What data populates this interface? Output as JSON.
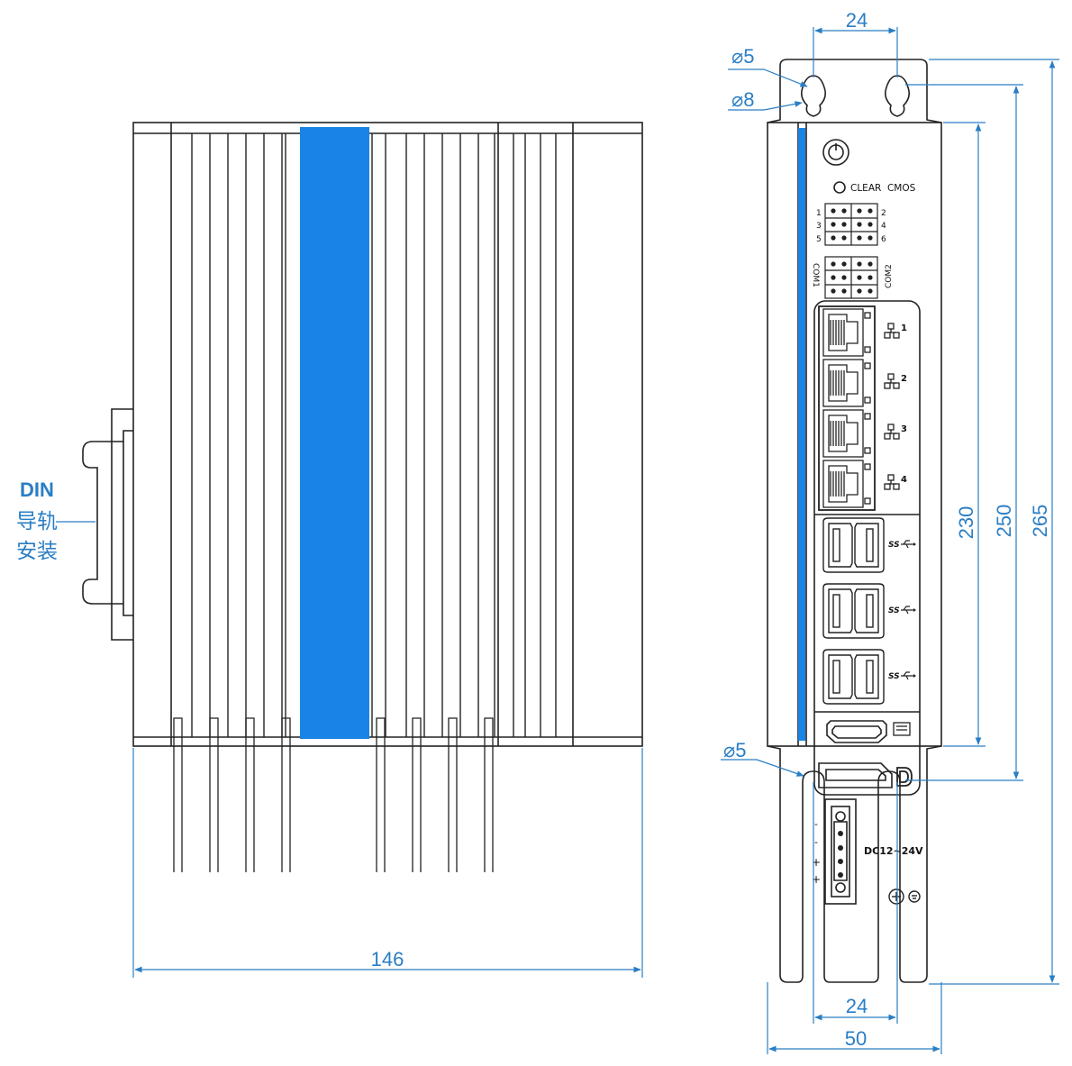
{
  "colors": {
    "accent": "#1a83e6",
    "dimension": "#2a7ec4",
    "line": "#222222"
  },
  "dimensions": {
    "width_146": "146",
    "top_24": "24",
    "hole_d5_top": "⌀5",
    "hole_d8": "⌀8",
    "hole_d5_bottom": "⌀5",
    "bottom_24": "24",
    "bottom_50": "50",
    "height_230": "230",
    "height_250": "250",
    "height_265": "265"
  },
  "labels": {
    "din_rail": [
      "DIN",
      "导轨",
      "安装"
    ],
    "clear_cmos": "CLEAR  CMOS",
    "dio_pins_left": [
      "1",
      "3",
      "5"
    ],
    "dio_pins_right": [
      "2",
      "4",
      "6"
    ],
    "com1": "COM1",
    "com2": "COM2",
    "lan_ports": [
      "1",
      "2",
      "3",
      "4"
    ],
    "usb_label": "SS",
    "power_input": "DC12~24V",
    "power_polarity": [
      "-",
      "-",
      "+",
      "+"
    ]
  },
  "icons": [
    "power-button-icon",
    "lan-icon",
    "usb-ss-icon",
    "hdmi-icon",
    "displayport-icon",
    "ground-icon"
  ]
}
